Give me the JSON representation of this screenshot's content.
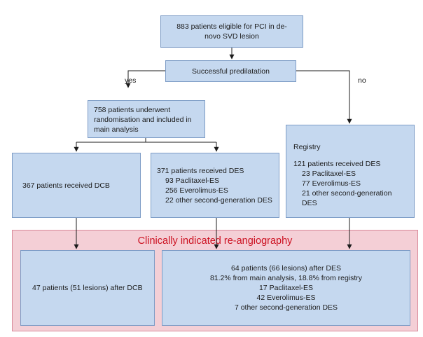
{
  "eligible": {
    "line1": "883 patients eligible for PCI in de-",
    "line2": "novo SVD lesion"
  },
  "predilatation": {
    "label": "Successful predilatation"
  },
  "branch_labels": {
    "yes": "yes",
    "no": "no"
  },
  "randomised": {
    "line1": "758 patients underwent",
    "line2": "randomisation and included in",
    "line3": "main analysis"
  },
  "registry": {
    "title": "Registry",
    "total": "121 patients received DES",
    "items": [
      "23 Paclitaxel-ES",
      "77 Everolimus-ES",
      "21 other second-generation DES"
    ]
  },
  "dcb_arm": {
    "label": "367 patients received DCB"
  },
  "des_arm": {
    "total": "371 patients received DES",
    "items": [
      "93 Paclitaxel-ES",
      "256 Everolimus-ES",
      "22 other second-generation DES"
    ]
  },
  "reangiography": {
    "title": "Clinically indicated re-angiography"
  },
  "dcb_outcome": {
    "label": "47 patients (51 lesions) after DCB"
  },
  "des_outcome": {
    "lines": [
      "64 patients (66 lesions) after DES",
      "81.2% from main analysis, 18.8% from registry",
      "17 Paclitaxel-ES",
      "42 Everolimus-ES",
      "7 other second-generation DES"
    ]
  },
  "colors": {
    "box_fill": "#c5d8ef",
    "box_border": "#7d9cc6",
    "region_fill": "#f4cfd6",
    "title_red": "#cc1020"
  }
}
